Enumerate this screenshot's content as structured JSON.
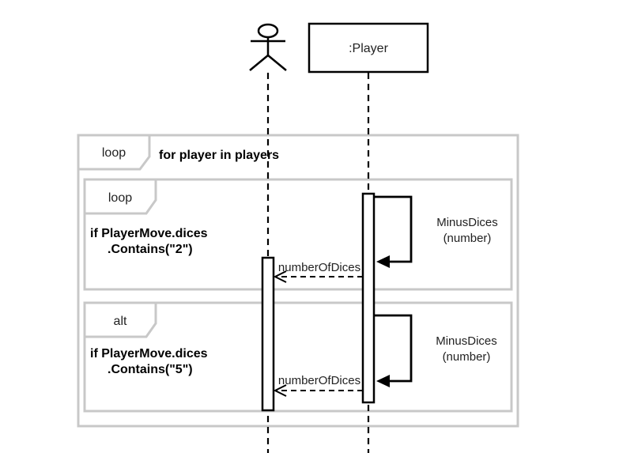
{
  "participants": {
    "actor_label": "",
    "player_label": ":Player"
  },
  "fragments": {
    "outer": {
      "operator": "loop",
      "guard": "for player in players"
    },
    "inner_loop": {
      "operator": "loop",
      "guard_line1": "if PlayerMove.dices",
      "guard_line2": ".Contains(\"2\")"
    },
    "alt": {
      "operator": "alt",
      "guard_line1": "if PlayerMove.dices",
      "guard_line2": ".Contains(\"5\")"
    }
  },
  "messages": {
    "self_call_1": {
      "line1": "MinusDices",
      "line2": "(number)"
    },
    "return_1": "numberOfDices",
    "self_call_2": {
      "line1": "MinusDices",
      "line2": "(number)"
    },
    "return_2": "numberOfDices"
  }
}
